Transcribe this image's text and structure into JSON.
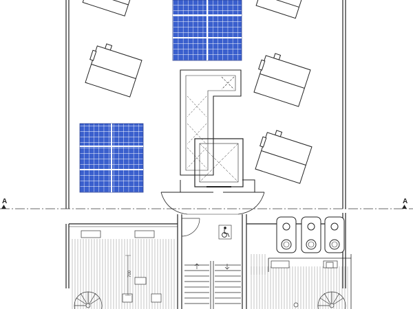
{
  "section_marker": {
    "left_label": "A",
    "right_label": "A"
  },
  "dimension_label": "700",
  "symbols": {
    "solar_panel": "solar-panel-icon",
    "hvac_unit": "hvac-unit-icon",
    "wheelchair": "wheelchair-icon",
    "spiral_stair": "spiral-stair-icon",
    "tank": "tank-icon",
    "elevator": "elevator-shaft-icon"
  },
  "colors": {
    "line": "#222222",
    "thin_line": "#555555",
    "solar_fill": "#3a5fcd",
    "solar_grid": "#ffffff",
    "hatch": "#888888"
  }
}
